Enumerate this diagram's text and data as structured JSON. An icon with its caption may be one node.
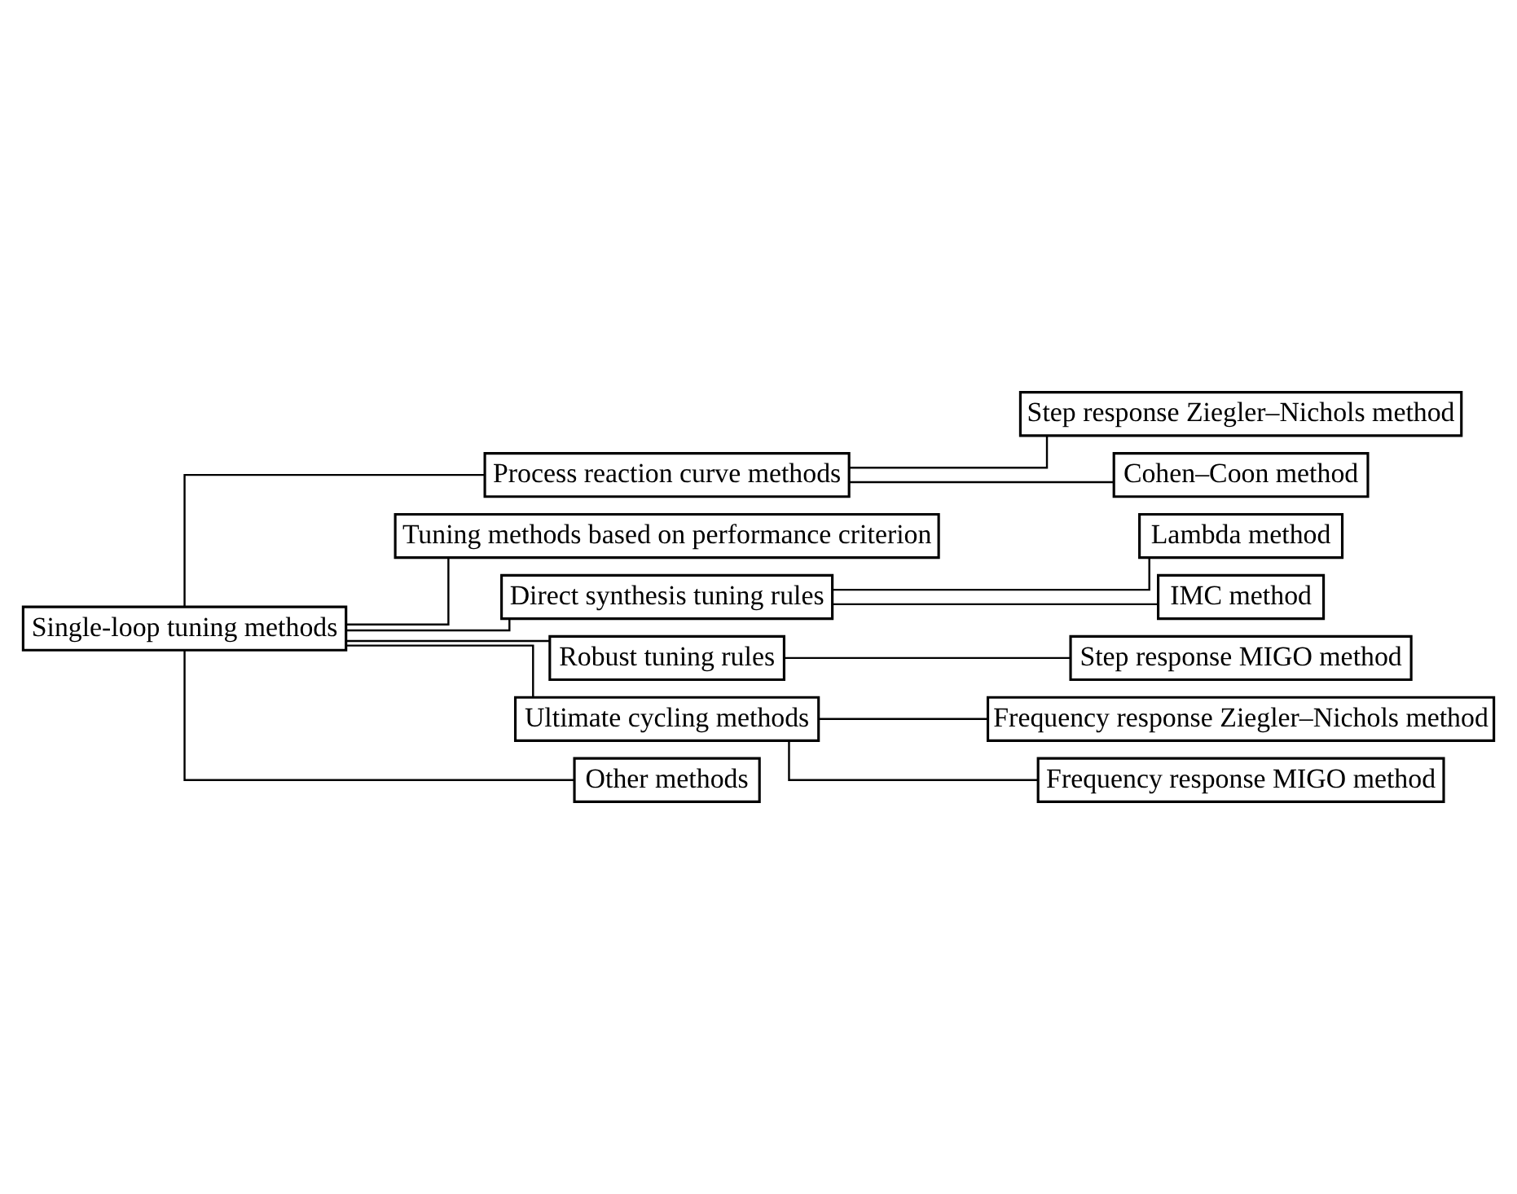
{
  "diagram": {
    "nodes": [
      {
        "text": [
          "Single-loop tuning methods"
        ]
      },
      {
        "text": [
          "Process reaction curve methods"
        ]
      },
      {
        "text": [
          "Step response Ziegler–Nichols method"
        ]
      },
      {
        "text": [
          "Cohen–Coon method"
        ]
      },
      {
        "text": [
          "Tuning methods based on performance criterion"
        ]
      },
      {
        "text": [
          "Direct synthesis tuning rules"
        ]
      },
      {
        "text": [
          "Lambda method"
        ]
      },
      {
        "text": [
          "IMC method"
        ]
      },
      {
        "text": [
          "Robust tuning rules"
        ]
      },
      {
        "text": [
          "Step response MIGO method"
        ]
      },
      {
        "text": [
          "Ultimate cycling methods"
        ]
      },
      {
        "text": [
          "Frequency response Ziegler–Nichols method"
        ]
      },
      {
        "text": [
          "Frequency response MIGO method"
        ]
      },
      {
        "text": [
          "Other methods"
        ]
      }
    ],
    "edges": [
      {
        "from": 0,
        "to": 1,
        "arrow": "none"
      },
      {
        "from": 1,
        "to": 2,
        "arrow": "none"
      },
      {
        "from": 1,
        "to": 3,
        "arrow": "none"
      },
      {
        "from": 0,
        "to": 4,
        "arrow": "none"
      },
      {
        "from": 0,
        "to": 5,
        "arrow": "none"
      },
      {
        "from": 5,
        "to": 6,
        "arrow": "none"
      },
      {
        "from": 5,
        "to": 7,
        "arrow": "none"
      },
      {
        "from": 0,
        "to": 8,
        "arrow": "none"
      },
      {
        "from": 8,
        "to": 9,
        "arrow": "none"
      },
      {
        "from": 0,
        "to": 10,
        "arrow": "none"
      },
      {
        "from": 10,
        "to": 11,
        "arrow": "none"
      },
      {
        "from": 10,
        "to": 12,
        "arrow": "none"
      },
      {
        "from": 0,
        "to": 13,
        "arrow": "none"
      }
    ]
  }
}
